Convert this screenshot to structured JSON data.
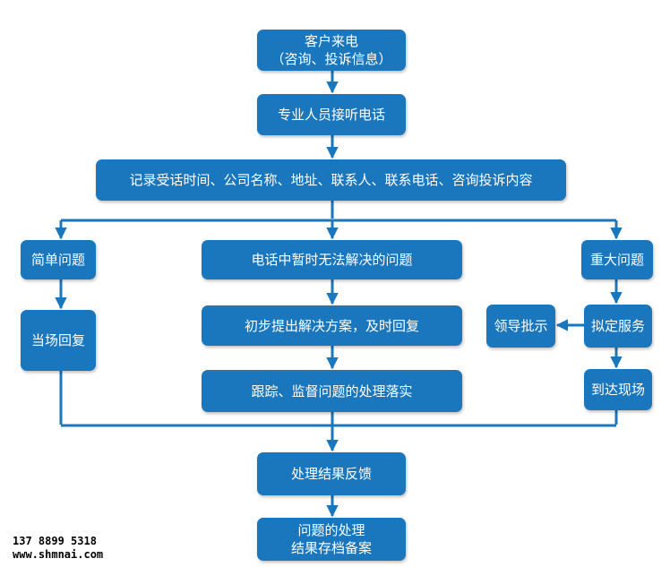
{
  "nodes": {
    "customer_call": {
      "line1": "客户来电",
      "line2": "（咨询、投诉信息）"
    },
    "answer_call": "专业人员接听电话",
    "record_info": "记录受话时间、公司名称、地址、联系人、联系电话、咨询投诉内容",
    "simple_issue": "简单问题",
    "reply_on_spot": "当场回复",
    "unresolved_issue": "电话中暂时无法解决的问题",
    "preliminary_solution": "初步提出解决方案，及时回复",
    "track_supervise": "跟踪、监督问题的处理落实",
    "major_issue": "重大问题",
    "plan_service": "拟定服务",
    "leader_approval": "领导批示",
    "arrive_site": "到达现场",
    "result_feedback": "处理结果反馈",
    "archive_result": {
      "line1": "问题的处理",
      "line2": "结果存档备案"
    }
  },
  "footer": {
    "phone": "137 8899 5318",
    "website": "www.shmnai.com"
  },
  "colors": {
    "node_fill": "#1a77bd",
    "line": "#1a77bd"
  }
}
